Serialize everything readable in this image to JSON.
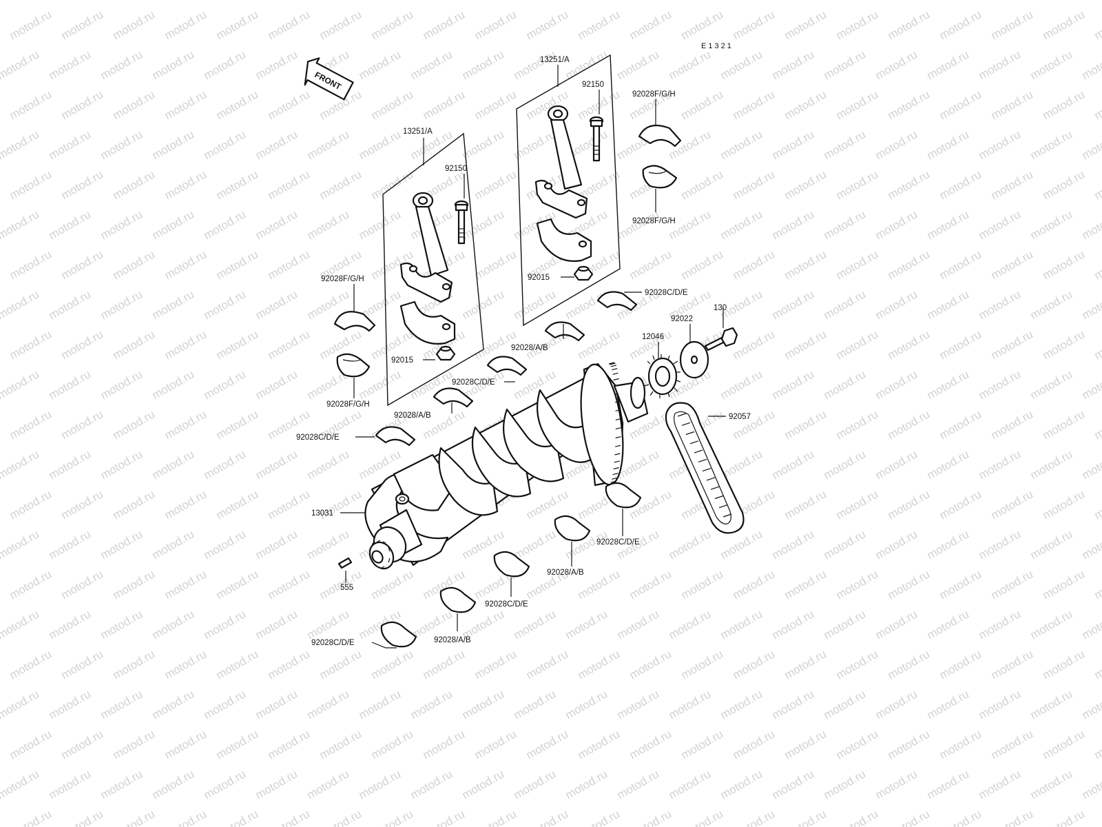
{
  "diagram": {
    "code": "E1321",
    "front_label": "FRONT",
    "watermark": "motod.ru",
    "labels": {
      "conrod_left": "13251/A",
      "conrod_right": "13251/A",
      "bolt_left": "92150",
      "bolt_right": "92150",
      "nut_left": "92015",
      "nut_right": "92015",
      "rod_bearing_upper_left": "92028F/G/H",
      "rod_bearing_lower_left": "92028F/G/H",
      "rod_bearing_upper_right": "92028F/G/H",
      "rod_bearing_lower_right": "92028F/G/H",
      "main_upper_1": "92028C/D/E",
      "main_upper_2": "92028/A/B",
      "main_upper_3": "92028C/D/E",
      "main_upper_4": "92028/A/B",
      "main_upper_5": "92028C/D/E",
      "main_lower_1": "92028C/D/E",
      "main_lower_2": "92028/A/B",
      "main_lower_3": "92028C/D/E",
      "main_lower_4": "92028/A/B",
      "main_lower_5": "92028C/D/E",
      "crankshaft": "13031",
      "pin": "555",
      "sprocket": "12046",
      "washer": "92022",
      "bolt": "130",
      "chain": "92057"
    }
  }
}
